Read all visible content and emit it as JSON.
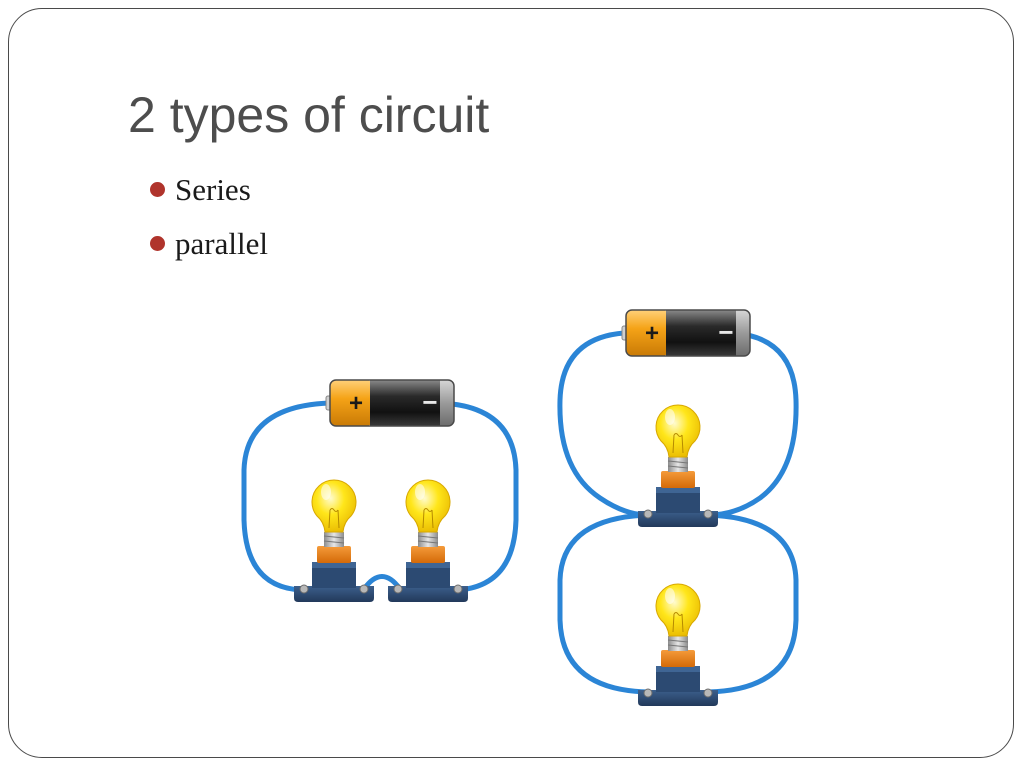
{
  "slide": {
    "title": "2 types of circuit",
    "bullets": [
      {
        "label": "Series"
      },
      {
        "label": "parallel"
      }
    ]
  },
  "battery": {
    "positive_symbol": "+",
    "negative_symbol": "−"
  },
  "colors": {
    "wire": "#2b85d6",
    "bulb_glass": "#ffe400",
    "bulb_collar": "#e97a16",
    "socket_base": "#2c4a72",
    "battery_body": "#262626",
    "battery_band": "#f5a317",
    "bullet": "#b0342c",
    "title": "#4d4d4d"
  }
}
